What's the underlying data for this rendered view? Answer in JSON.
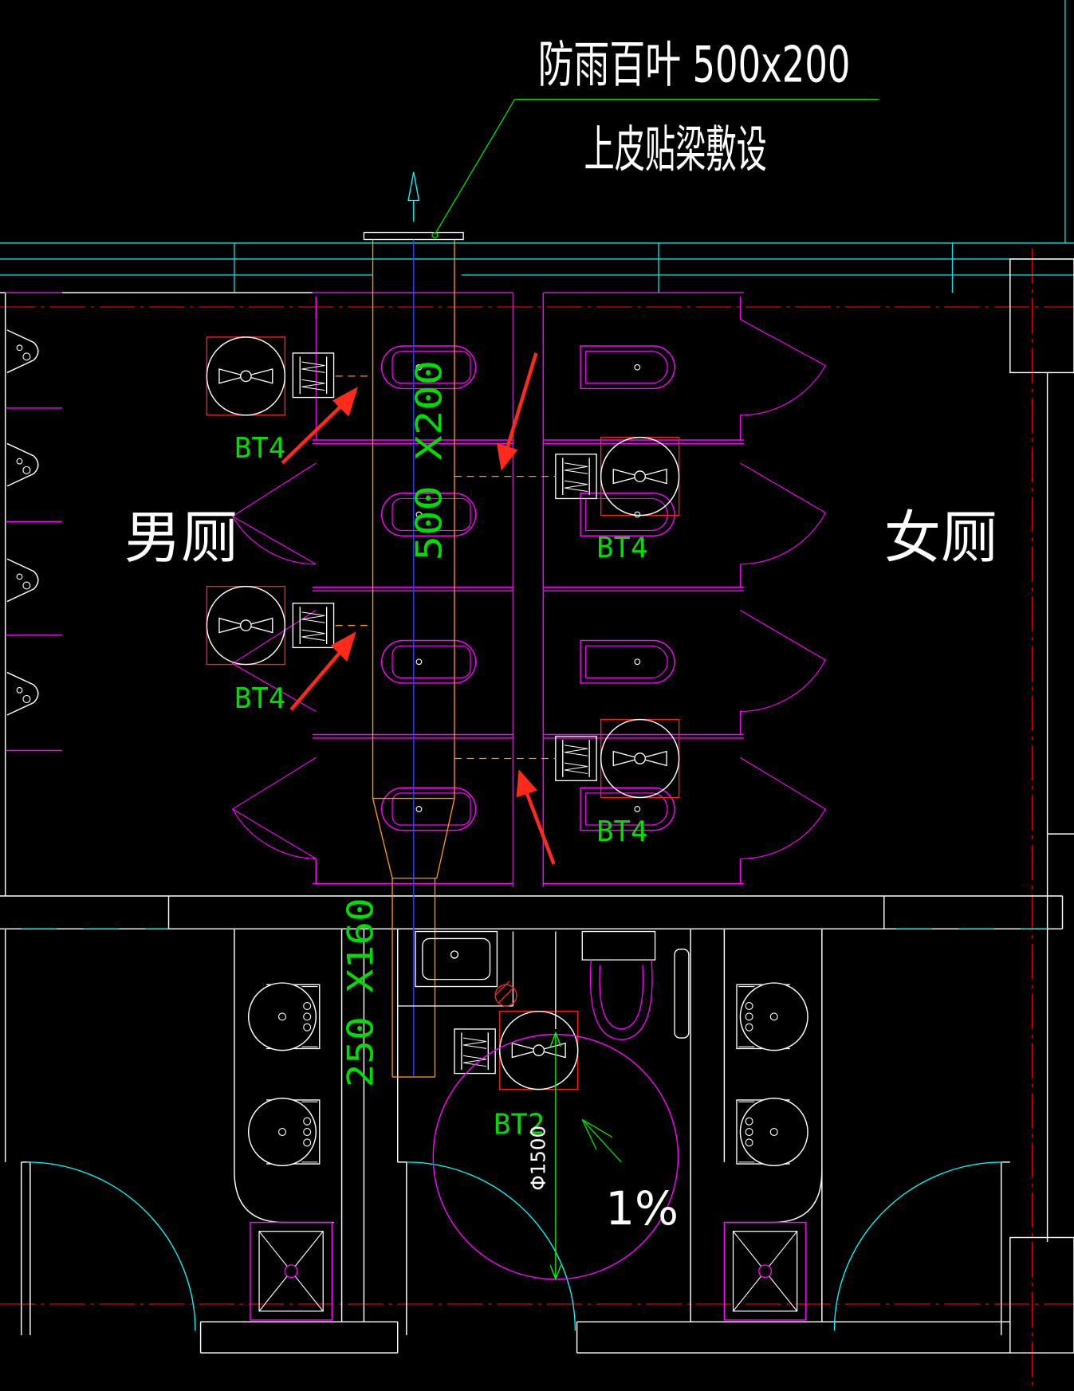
{
  "annotation": {
    "line1": "防雨百叶 500x200",
    "line2": "上皮贴梁敷设"
  },
  "rooms": {
    "mens": "男厕",
    "womens": "女厕"
  },
  "ducts": {
    "main": "500 X200",
    "branch": "250 X160"
  },
  "fans": {
    "bt4": "BT4",
    "bt2": "BT2"
  },
  "dims": {
    "turning_circle": "Φ1500",
    "slope": "1%"
  },
  "colors": {
    "background": "#000000",
    "wall": "#ffffff",
    "partition": "#ff00ff",
    "duct": "#ff9900",
    "axis": "#0000ff",
    "grid": "#ff0000",
    "label": "#00ff00",
    "cyan": "#00ffff",
    "arrow": "#ff2a1a"
  }
}
